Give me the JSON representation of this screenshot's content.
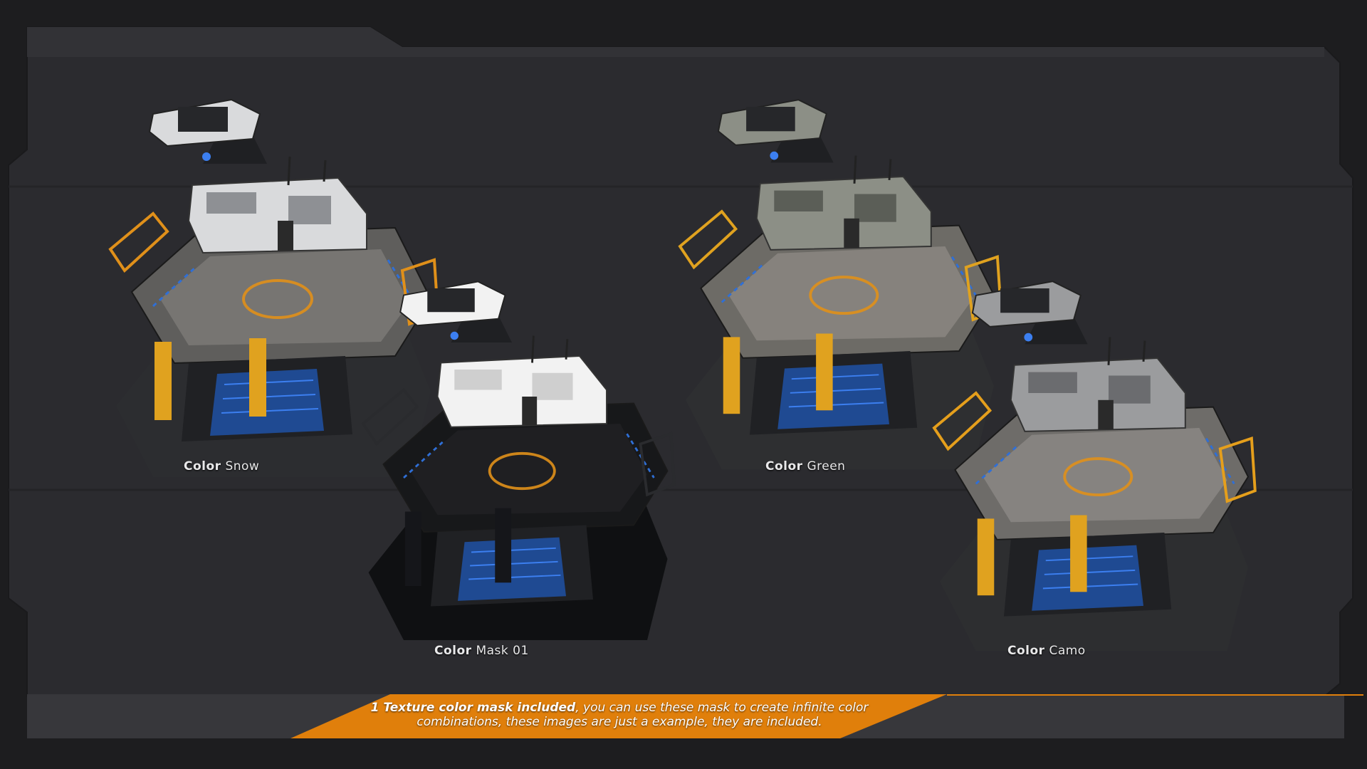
{
  "colors": {
    "background": "#1d1d1f",
    "panel": "#2b2b2f",
    "accent_orange": "#e07f0b",
    "hazard_yellow": "#f0a51c",
    "glow_blue": "#2f6fd6"
  },
  "variants": [
    {
      "label_prefix": "Color",
      "label_name": "Snow",
      "icon": "military-base-snow"
    },
    {
      "label_prefix": "Color",
      "label_name": "Mask 01",
      "icon": "military-base-mask"
    },
    {
      "label_prefix": "Color",
      "label_name": "Green",
      "icon": "military-base-green"
    },
    {
      "label_prefix": "Color",
      "label_name": "Camo",
      "icon": "military-base-camo"
    }
  ],
  "footer": {
    "highlight": "1 Texture color mask included",
    "line1_rest": ", you can use these mask to create infinite color",
    "line2": "combinations, these images are just a example, they are included."
  }
}
